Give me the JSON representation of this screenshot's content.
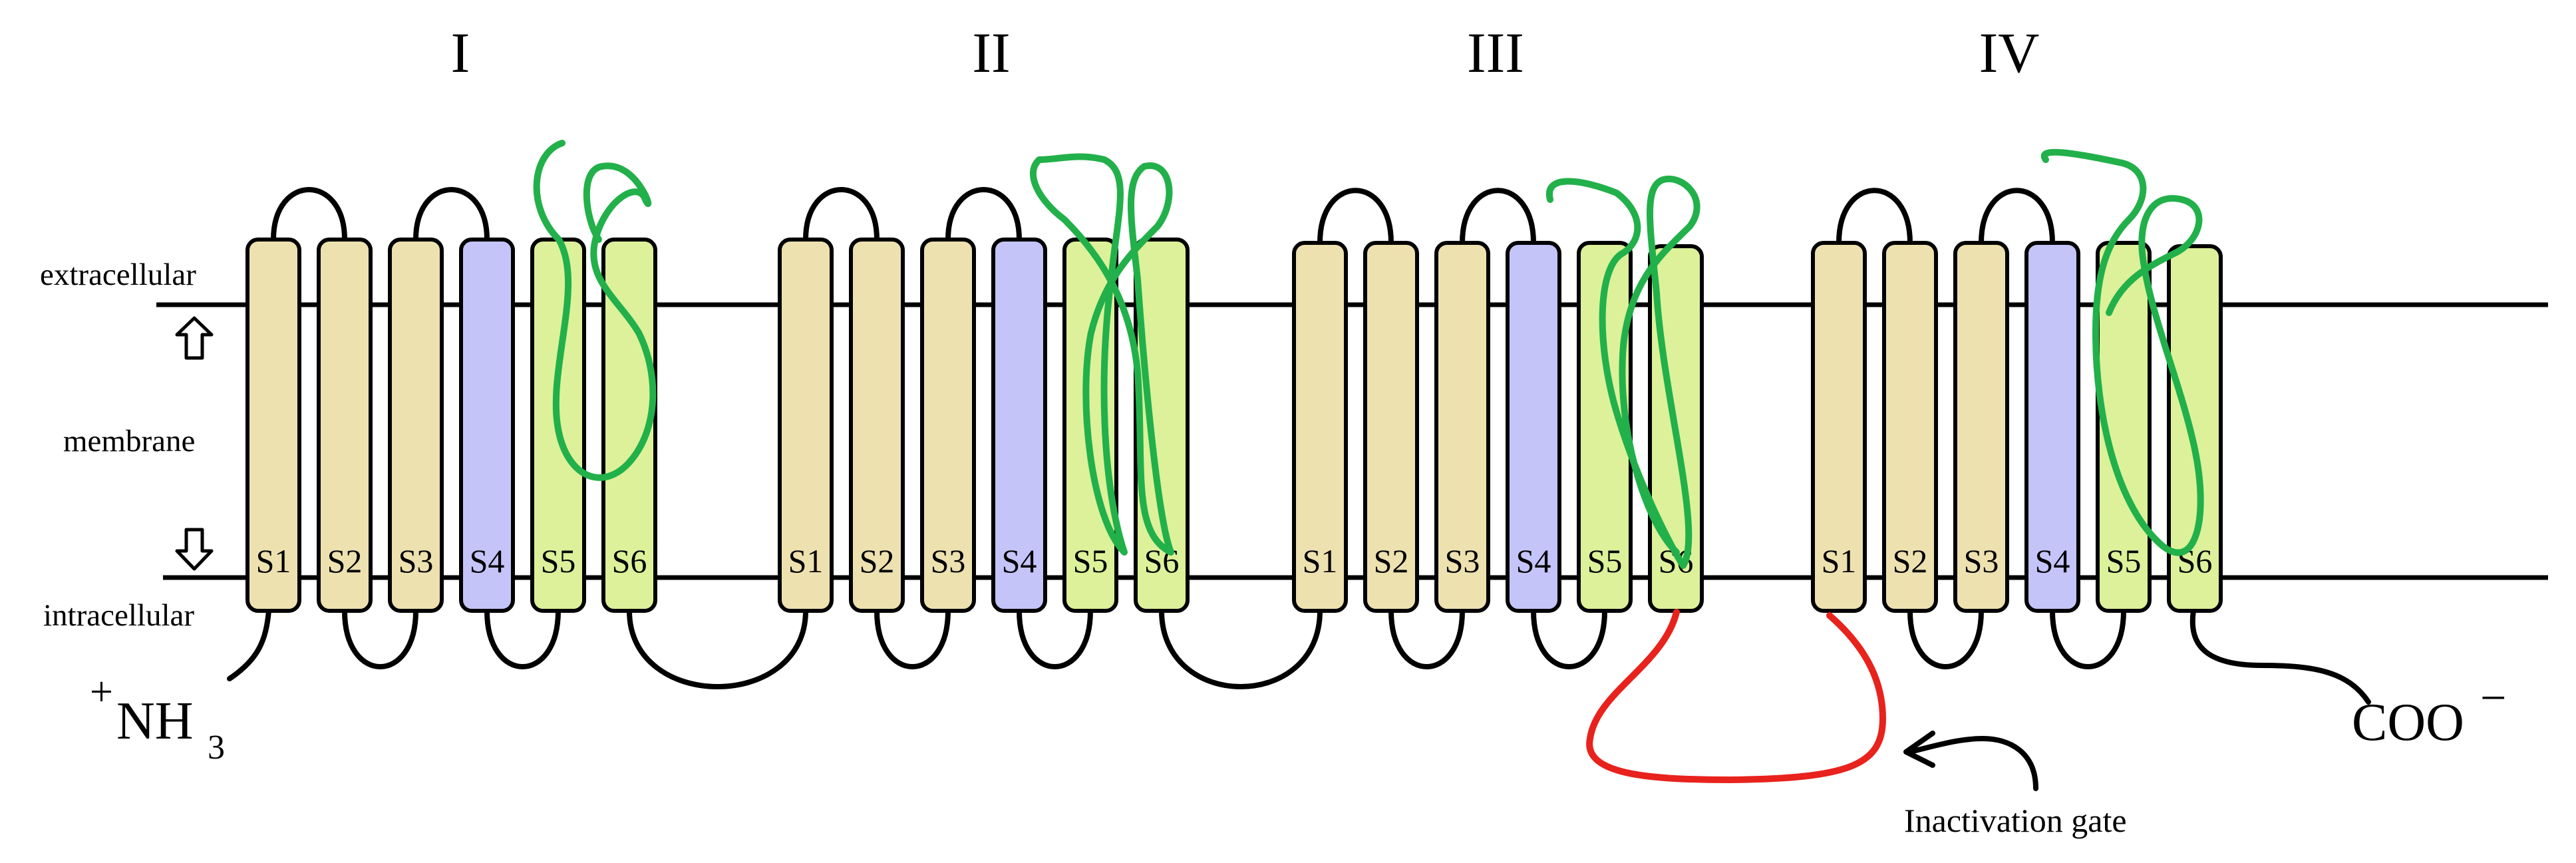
{
  "domains": [
    {
      "label": "I",
      "segments": [
        "S1",
        "S2",
        "S3",
        "S4",
        "S5",
        "S6"
      ]
    },
    {
      "label": "II",
      "segments": [
        "S1",
        "S2",
        "S3",
        "S4",
        "S5",
        "S6"
      ]
    },
    {
      "label": "III",
      "segments": [
        "S1",
        "S2",
        "S3",
        "S4",
        "S5",
        "S6"
      ]
    },
    {
      "label": "IV",
      "segments": [
        "S1",
        "S2",
        "S3",
        "S4",
        "S5",
        "S6"
      ]
    }
  ],
  "labels": {
    "extracellular": "extracellular",
    "membrane": "membrane",
    "intracellular": "intracellular",
    "n_terminus_charge": "+",
    "n_terminus_main": "NH",
    "n_terminus_sub": "3",
    "c_terminus_main": "COO",
    "c_terminus_charge": "−",
    "inactivation_gate": "Inactivation gate"
  },
  "colors": {
    "segment_default": "#ede1b0",
    "voltage_sensor_s4": "#c4c4f9",
    "pore_s5_s6": "#dcf19a",
    "pore_loop": "#22b04a",
    "inactivation_gate": "#e8221c",
    "outline": "#000000"
  },
  "icons": {
    "up_arrow": "outline-up-arrow-icon",
    "down_arrow": "outline-down-arrow-icon",
    "pointer_arrow": "curved-arrow-icon"
  }
}
